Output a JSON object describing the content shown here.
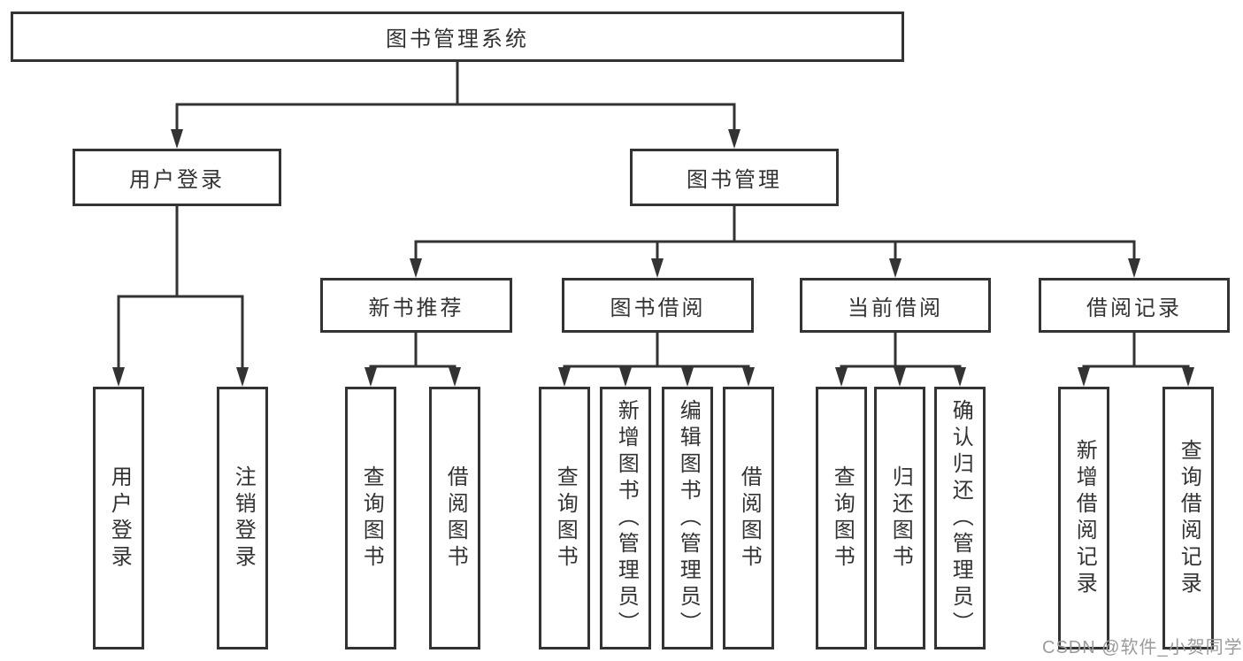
{
  "nodes": {
    "root": "图书管理系统",
    "user_login": "用户登录",
    "book_mgmt": "图书管理",
    "new_book_rec": "新书推荐",
    "book_borrow": "图书借阅",
    "current_borrow": "当前借阅",
    "borrow_records": "借阅记录",
    "leaf_login": "用户登录",
    "leaf_logout": "注销登录",
    "rec_query_books": "查询图书",
    "rec_borrow_books": "借阅图书",
    "bor_query_books": "查询图书",
    "bor_add_books": "新增图书（管理员）",
    "bor_edit_books": "编辑图书（管理员）",
    "bor_borrow_books": "借阅图书",
    "cur_query_books": "查询图书",
    "cur_return_books": "归还图书",
    "cur_confirm_return": "确认归还（管理员）",
    "recs_add_record": "新增借阅记录",
    "recs_query_record": "查询借阅记录"
  },
  "watermark": "CSDN @软件_小贺同学",
  "colors": {
    "line": "#333333",
    "text": "#333333",
    "watermark": "#9b9b9b",
    "background": "#ffffff"
  }
}
